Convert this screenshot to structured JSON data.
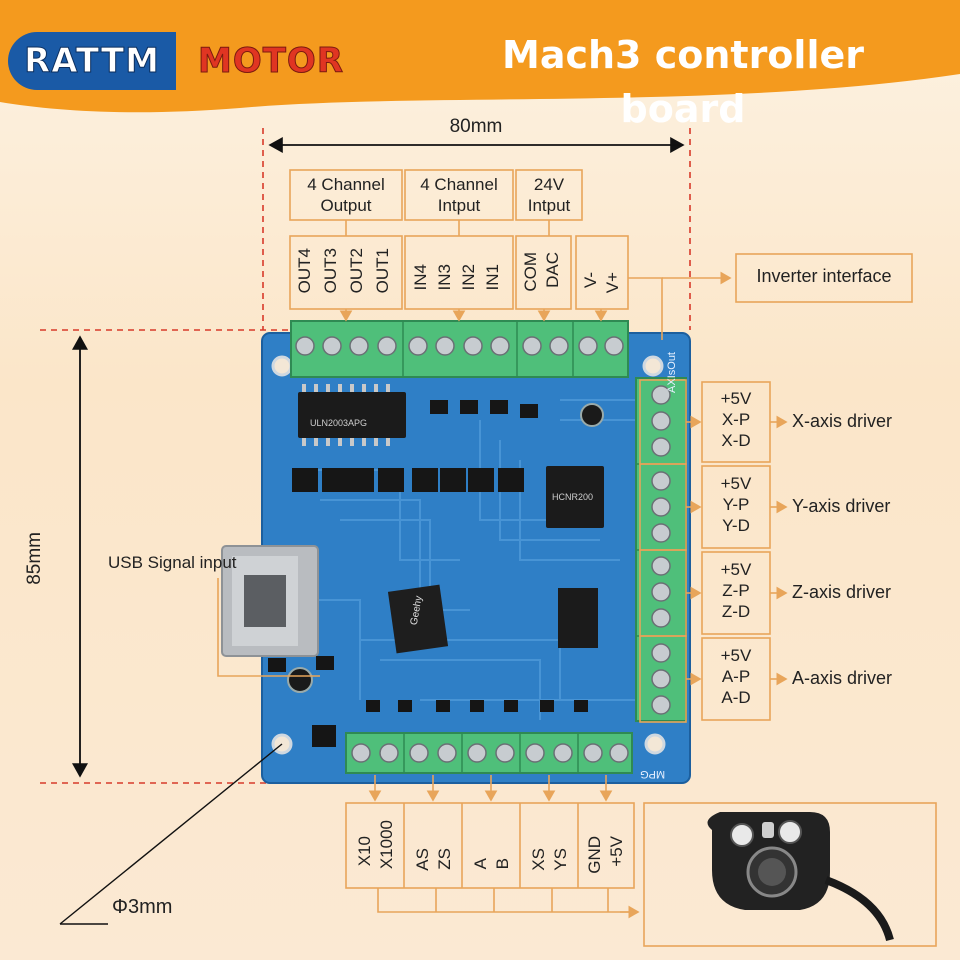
{
  "header": {
    "brand_left": "RATTM",
    "brand_right": "MOTOR",
    "title": "Mach3 controller board"
  },
  "dimensions": {
    "width": "80mm",
    "height": "85mm",
    "hole": "Φ3mm"
  },
  "labels": {
    "usb": "USB Signal input",
    "inverter": "Inverter interface"
  },
  "top_groups": [
    {
      "title": "4 Channel Output",
      "line1": "4 Channel",
      "line2": "Output"
    },
    {
      "title": "4 Channel Intput",
      "line1": "4 Channel",
      "line2": "Intput"
    },
    {
      "title": "24V Intput",
      "line1": "24V",
      "line2": "Intput"
    }
  ],
  "top_pins": {
    "outputs": [
      "OUT4",
      "OUT3",
      "OUT2",
      "OUT1"
    ],
    "inputs": [
      "IN4",
      "IN3",
      "IN2",
      "IN1"
    ],
    "power": [
      "COM",
      "DAC"
    ],
    "vplus": [
      "V-",
      "V+"
    ]
  },
  "drivers": [
    {
      "pins": [
        "+5V",
        "X-P",
        "X-D"
      ],
      "name": "X-axis driver"
    },
    {
      "pins": [
        "+5V",
        "Y-P",
        "Y-D"
      ],
      "name": "Y-axis driver"
    },
    {
      "pins": [
        "+5V",
        "Z-P",
        "Z-D"
      ],
      "name": "Z-axis driver"
    },
    {
      "pins": [
        "+5V",
        "A-P",
        "A-D"
      ],
      "name": "A-axis driver"
    }
  ],
  "bottom_pins": [
    [
      "X10",
      "X1000"
    ],
    [
      "AS",
      "ZS"
    ],
    [
      "A",
      "B"
    ],
    [
      "XS",
      "YS"
    ],
    [
      "GND",
      "+5V"
    ]
  ],
  "board_text": {
    "chip_ic": "ULN2003APG",
    "mcu": "Geehy",
    "opto": "HCNR200",
    "side_label": "AXIsOut",
    "bottom_label": "MPG"
  },
  "colors": {
    "accent_orange": "#f49a1e",
    "pcb_blue": "#2f7fc6",
    "terminal_green": "#4fbf7a",
    "guide_line": "#e8a55a",
    "dim_red": "#d83a2a"
  }
}
